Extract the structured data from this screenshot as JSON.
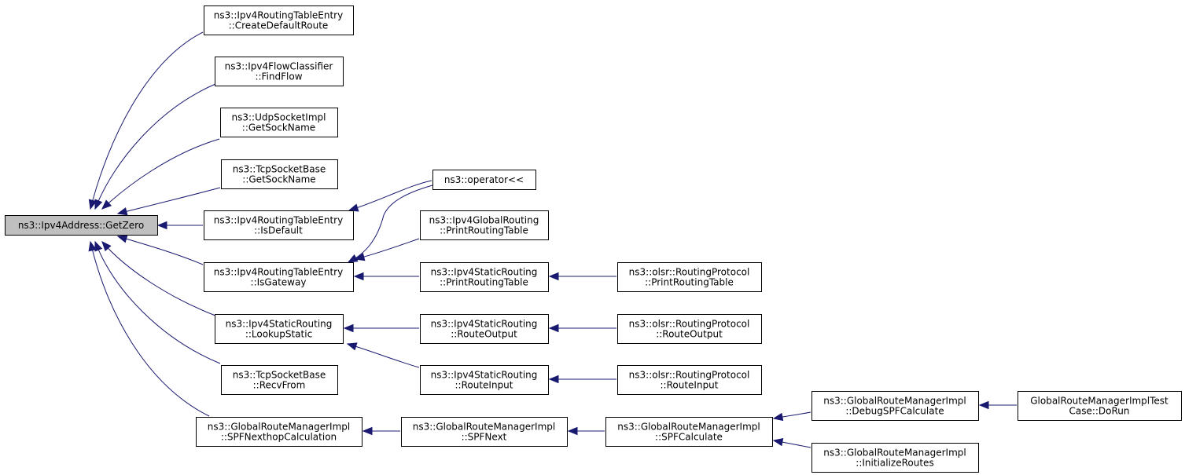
{
  "nodes": [
    {
      "id": "getzero",
      "lines": [
        "ns3::Ipv4Address::GetZero"
      ],
      "root": true
    },
    {
      "id": "createdefaultroute",
      "lines": [
        "ns3::Ipv4RoutingTableEntry",
        "::CreateDefaultRoute"
      ]
    },
    {
      "id": "findflow",
      "lines": [
        "ns3::Ipv4FlowClassifier",
        "::FindFlow"
      ]
    },
    {
      "id": "udp-getsockname",
      "lines": [
        "ns3::UdpSocketImpl",
        "::GetSockName"
      ]
    },
    {
      "id": "tcp-getsockname",
      "lines": [
        "ns3::TcpSocketBase",
        "::GetSockName"
      ]
    },
    {
      "id": "isdefault",
      "lines": [
        "ns3::Ipv4RoutingTableEntry",
        "::IsDefault"
      ]
    },
    {
      "id": "isgateway",
      "lines": [
        "ns3::Ipv4RoutingTableEntry",
        "::IsGateway"
      ]
    },
    {
      "id": "lookupstatic",
      "lines": [
        "ns3::Ipv4StaticRouting",
        "::LookupStatic"
      ]
    },
    {
      "id": "recvfrom",
      "lines": [
        "ns3::TcpSocketBase",
        "::RecvFrom"
      ]
    },
    {
      "id": "spfnexthop",
      "lines": [
        "ns3::GlobalRouteManagerImpl",
        "::SPFNexthopCalculation"
      ]
    },
    {
      "id": "operator",
      "lines": [
        "ns3::operator<<"
      ]
    },
    {
      "id": "global-printrt",
      "lines": [
        "ns3::Ipv4GlobalRouting",
        "::PrintRoutingTable"
      ]
    },
    {
      "id": "static-printrt",
      "lines": [
        "ns3::Ipv4StaticRouting",
        "::PrintRoutingTable"
      ]
    },
    {
      "id": "static-routeoutput",
      "lines": [
        "ns3::Ipv4StaticRouting",
        "::RouteOutput"
      ]
    },
    {
      "id": "static-routeinput",
      "lines": [
        "ns3::Ipv4StaticRouting",
        "::RouteInput"
      ]
    },
    {
      "id": "spfnext",
      "lines": [
        "ns3::GlobalRouteManagerImpl",
        "::SPFNext"
      ]
    },
    {
      "id": "olsr-printrt",
      "lines": [
        "ns3::olsr::RoutingProtocol",
        "::PrintRoutingTable"
      ]
    },
    {
      "id": "olsr-routeoutput",
      "lines": [
        "ns3::olsr::RoutingProtocol",
        "::RouteOutput"
      ]
    },
    {
      "id": "olsr-routeinput",
      "lines": [
        "ns3::olsr::RoutingProtocol",
        "::RouteInput"
      ]
    },
    {
      "id": "spfcalculate",
      "lines": [
        "ns3::GlobalRouteManagerImpl",
        "::SPFCalculate"
      ]
    },
    {
      "id": "debugspf",
      "lines": [
        "ns3::GlobalRouteManagerImpl",
        "::DebugSPFCalculate"
      ]
    },
    {
      "id": "initroutes",
      "lines": [
        "ns3::GlobalRouteManagerImpl",
        "::InitializeRoutes"
      ]
    },
    {
      "id": "testcase-dorun",
      "lines": [
        "GlobalRouteManagerImplTest",
        "Case::DoRun"
      ]
    }
  ],
  "edges": [
    {
      "from": "createdefaultroute",
      "to": "getzero"
    },
    {
      "from": "findflow",
      "to": "getzero"
    },
    {
      "from": "udp-getsockname",
      "to": "getzero"
    },
    {
      "from": "tcp-getsockname",
      "to": "getzero"
    },
    {
      "from": "isdefault",
      "to": "getzero"
    },
    {
      "from": "isgateway",
      "to": "getzero"
    },
    {
      "from": "lookupstatic",
      "to": "getzero"
    },
    {
      "from": "recvfrom",
      "to": "getzero"
    },
    {
      "from": "spfnexthop",
      "to": "getzero"
    },
    {
      "from": "operator",
      "to": "isdefault"
    },
    {
      "from": "operator",
      "to": "isgateway"
    },
    {
      "from": "global-printrt",
      "to": "isgateway"
    },
    {
      "from": "static-printrt",
      "to": "isgateway"
    },
    {
      "from": "static-routeoutput",
      "to": "lookupstatic"
    },
    {
      "from": "static-routeinput",
      "to": "lookupstatic"
    },
    {
      "from": "spfnext",
      "to": "spfnexthop"
    },
    {
      "from": "olsr-printrt",
      "to": "static-printrt"
    },
    {
      "from": "olsr-routeoutput",
      "to": "static-routeoutput"
    },
    {
      "from": "olsr-routeinput",
      "to": "static-routeinput"
    },
    {
      "from": "spfcalculate",
      "to": "spfnext"
    },
    {
      "from": "debugspf",
      "to": "spfcalculate"
    },
    {
      "from": "initroutes",
      "to": "spfcalculate"
    },
    {
      "from": "testcase-dorun",
      "to": "debugspf"
    }
  ]
}
